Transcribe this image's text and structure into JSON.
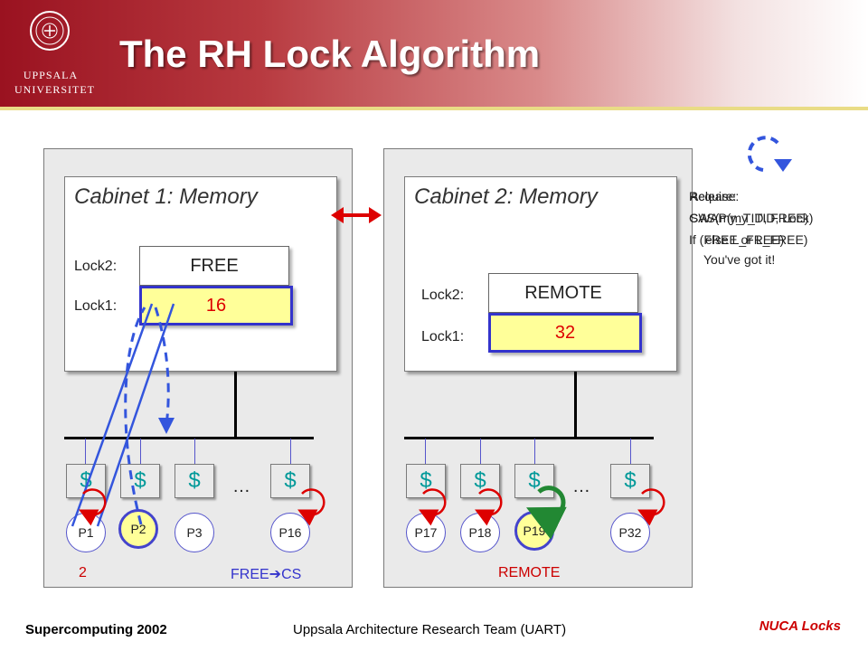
{
  "slide": {
    "title": "The RH Lock Algorithm",
    "logo": {
      "line1": "UPPSALA",
      "line2": "UNIVERSITET"
    }
  },
  "cabinet1": {
    "memory_title": "Cabinet 1: Memory",
    "lock2_label": "Lock2:",
    "lock2_value": "FREE",
    "lock1_label": "Lock1:",
    "lock1_value": "16",
    "caches": [
      "$",
      "$",
      "$",
      "$"
    ],
    "ellipsis": "…",
    "processors": [
      "P1",
      "P2",
      "P3",
      "P16"
    ],
    "status_left": "2",
    "status_right_from": "FREE",
    "status_right_to": "CS"
  },
  "cabinet2": {
    "memory_title": "Cabinet 2: Memory",
    "lock2_label": "Lock2:",
    "lock2_value": "REMOTE",
    "lock1_label": "Lock1:",
    "lock1_value": "32",
    "caches": [
      "$",
      "$",
      "$",
      "$"
    ],
    "ellipsis": "…",
    "processors": [
      "P17",
      "P18",
      "P19",
      "P32"
    ],
    "status": "REMOTE"
  },
  "pseudocode": {
    "line1": "Release:",
    "line1_overlap": "Acquire:",
    "line2": "CAS(my_TID, FREE)",
    "line2_overlap": "SWAP(my_TID, Lock)",
    "line3": "If (FREE or L_FREE)",
    "line3_overlap": "else L_FREE)",
    "line4": "You've got it!"
  },
  "footer": {
    "left": "Supercomputing 2002",
    "center": "Uppsala Architecture Research Team (UART)",
    "right": "NUCA Locks"
  },
  "colors": {
    "header_red": "#9a1220",
    "lock_highlight": "#ffff99",
    "highlight_border": "#3333cc",
    "spin_red": "#dd0000",
    "spin_green": "#228833",
    "cache_symbol": "#009999"
  }
}
